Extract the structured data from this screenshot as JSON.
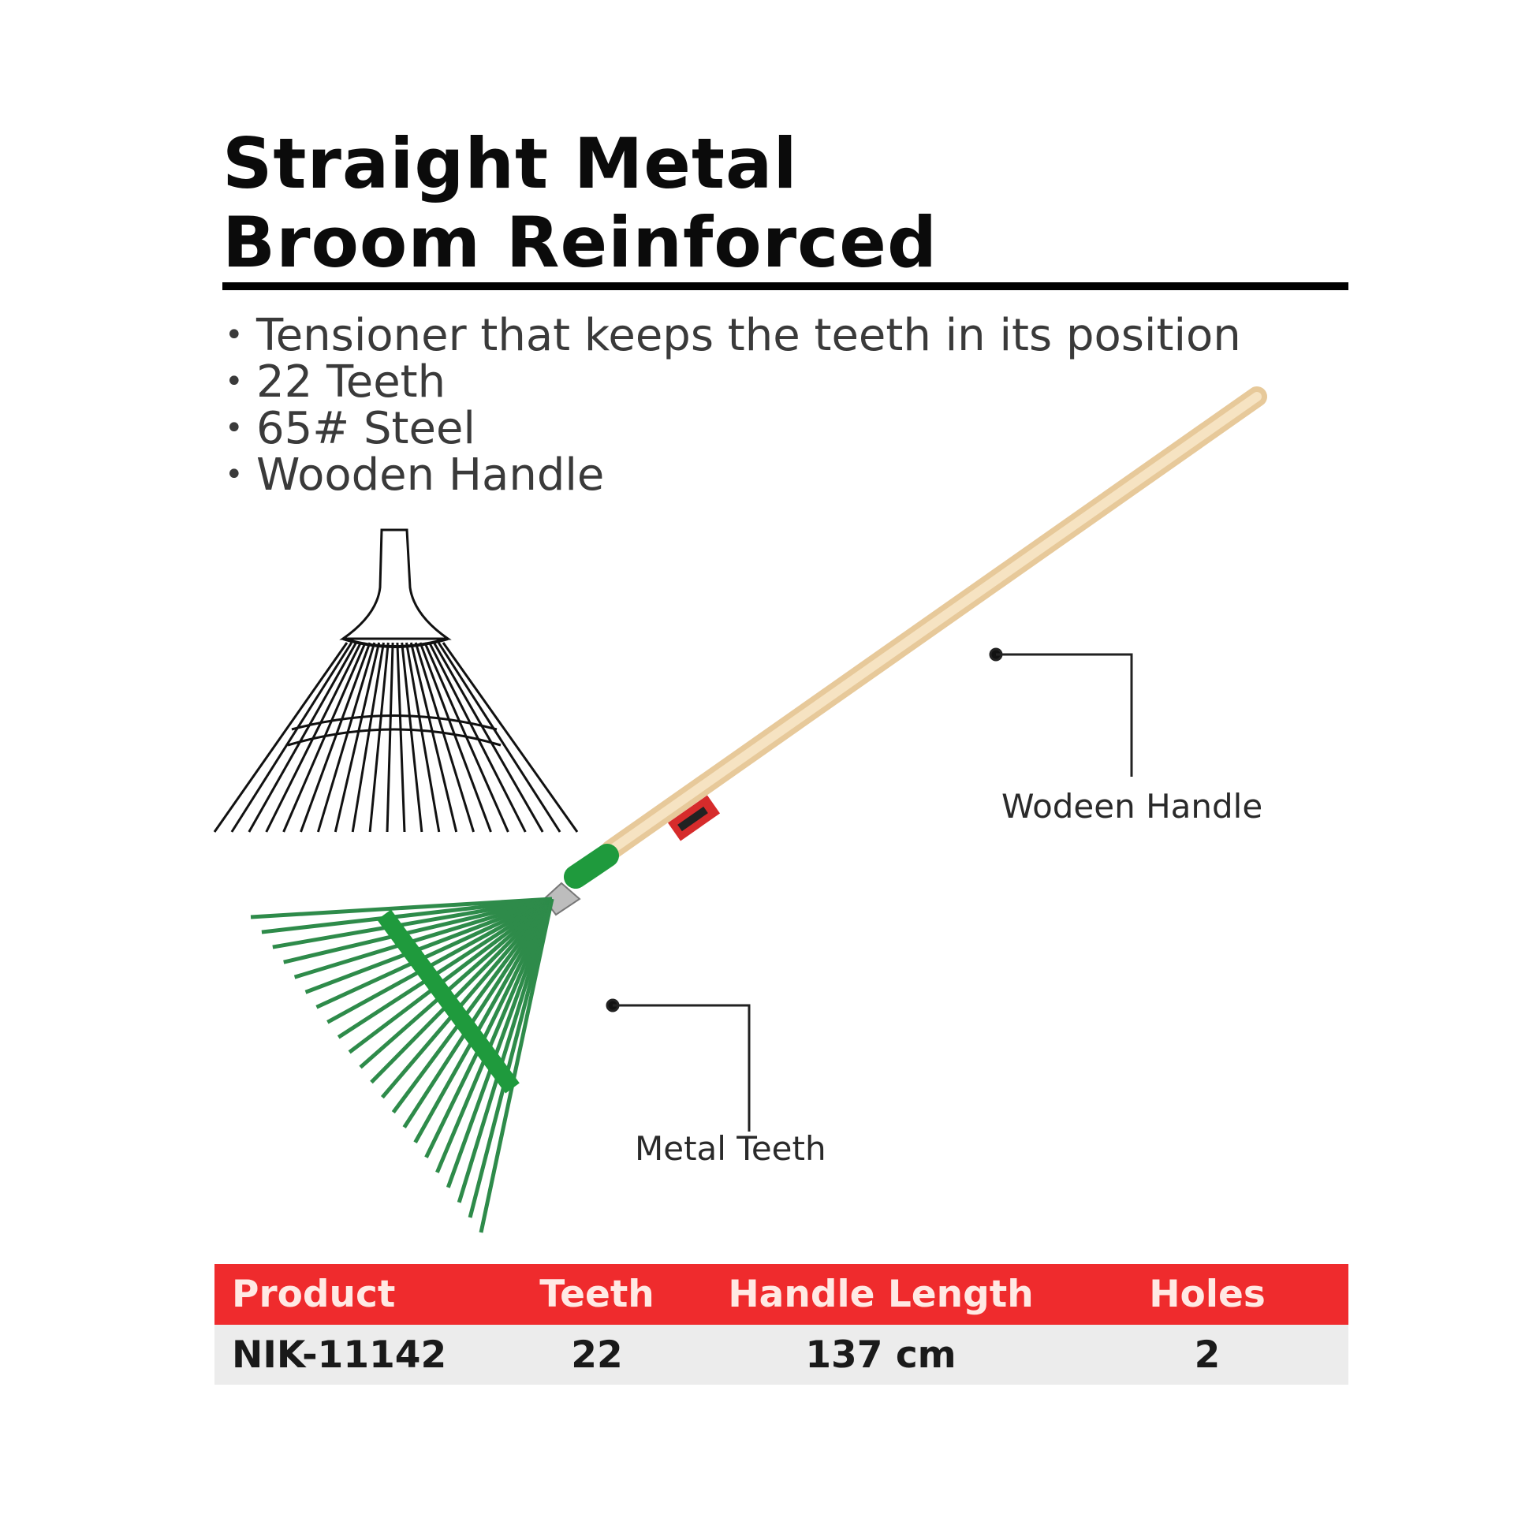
{
  "title": {
    "line1": "Straight Metal",
    "line2": "Broom Reinforced"
  },
  "features": [
    "Tensioner that keeps the teeth in its position",
    "22 Teeth",
    "65# Steel",
    "Wooden Handle"
  ],
  "callouts": {
    "handle": "Wodeen Handle",
    "teeth": "Metal Teeth"
  },
  "table": {
    "headers": [
      "Product",
      "Teeth",
      "Handle Length",
      "Holes"
    ],
    "rows": [
      [
        "NIK-11142",
        "22",
        "137 cm",
        "2"
      ]
    ]
  },
  "colors": {
    "header_red": "#ef2b2d",
    "row_gray": "#ececec",
    "handle_wood": "#f1d9b0",
    "teeth_green": "#2e8b4a",
    "band_green": "#1f9a3d"
  },
  "icons": {
    "line_drawing": "rake-line-drawing",
    "product_photo": "leaf-rake-photo"
  }
}
